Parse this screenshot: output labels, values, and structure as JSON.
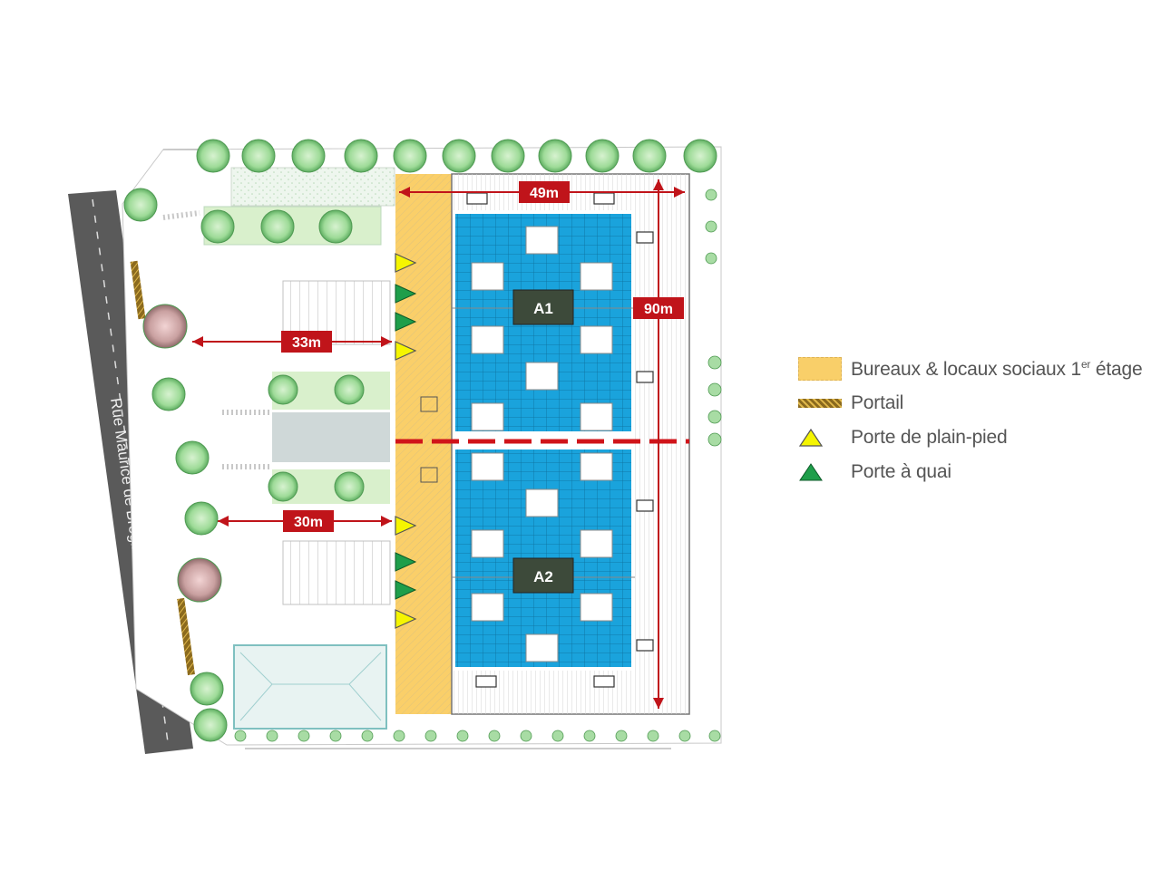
{
  "street_name": "Rue Maurice de Broglie",
  "buildings": [
    {
      "label": "A1"
    },
    {
      "label": "A2"
    }
  ],
  "dimensions": {
    "width_top": "49m",
    "height_right": "90m",
    "distance_a1": "33m",
    "distance_a2": "30m"
  },
  "legend": {
    "offices": {
      "label_main": "Bureaux & locaux sociaux 1",
      "label_sup": "er",
      "label_end": " étage",
      "color": "#f9c74f"
    },
    "gate": {
      "label": "Portail",
      "color": "#8b6a1e"
    },
    "ground_door": {
      "label": "Porte de plain-pied",
      "color": "#f5f500"
    },
    "dock_door": {
      "label": "Porte à quai",
      "color": "#1e9e4a"
    }
  },
  "colors": {
    "storage_blue": "#1aa3dc",
    "dimension_red": "#c0141a",
    "road_gray": "#5a5a5a",
    "building_dark": "#3d4a3a",
    "tree_green": "#7fcf7f"
  }
}
